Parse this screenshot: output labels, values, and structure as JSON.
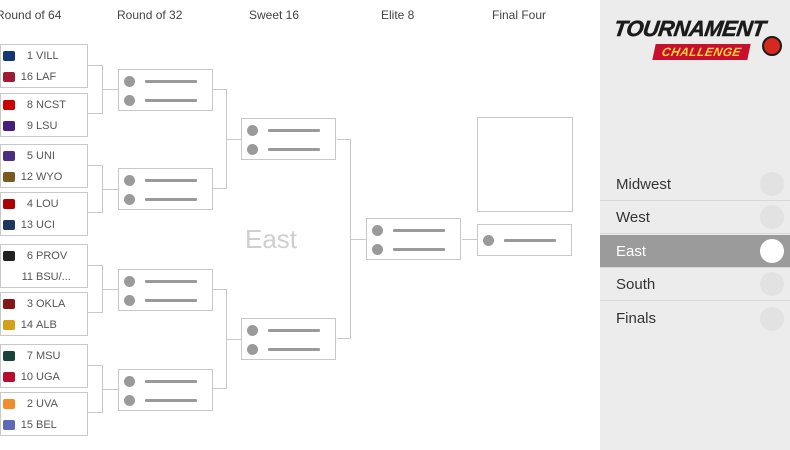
{
  "rounds": [
    "Round of 64",
    "Round of 32",
    "Sweet 16",
    "Elite 8",
    "Final Four"
  ],
  "region_label": "East",
  "matchups": [
    {
      "top": {
        "seed": "1",
        "name": "VILL",
        "color": "#13357a"
      },
      "bottom": {
        "seed": "16",
        "name": "LAF",
        "color": "#9e1b32"
      }
    },
    {
      "top": {
        "seed": "8",
        "name": "NCST",
        "color": "#cc0000"
      },
      "bottom": {
        "seed": "9",
        "name": "LSU",
        "color": "#461d7c"
      }
    },
    {
      "top": {
        "seed": "5",
        "name": "UNI",
        "color": "#4b2e83"
      },
      "bottom": {
        "seed": "12",
        "name": "WYO",
        "color": "#7a5a1e"
      }
    },
    {
      "top": {
        "seed": "4",
        "name": "LOU",
        "color": "#ad0000"
      },
      "bottom": {
        "seed": "13",
        "name": "UCI",
        "color": "#1b3660"
      }
    },
    {
      "top": {
        "seed": "6",
        "name": "PROV",
        "color": "#222222"
      },
      "bottom": {
        "seed": "11",
        "name": "BSU/...",
        "color": "#ffffff"
      }
    },
    {
      "top": {
        "seed": "3",
        "name": "OKLA",
        "color": "#841617"
      },
      "bottom": {
        "seed": "14",
        "name": "ALB",
        "color": "#d4a017"
      }
    },
    {
      "top": {
        "seed": "7",
        "name": "MSU",
        "color": "#18453b"
      },
      "bottom": {
        "seed": "10",
        "name": "UGA",
        "color": "#ba0c2f"
      }
    },
    {
      "top": {
        "seed": "2",
        "name": "UVA",
        "color": "#f28c28"
      },
      "bottom": {
        "seed": "15",
        "name": "BEL",
        "color": "#5c6ab8"
      }
    }
  ],
  "logo": {
    "line1": "TOURNAMENT",
    "line2": "CHALLENGE"
  },
  "regions_nav": [
    {
      "label": "Midwest",
      "active": false
    },
    {
      "label": "West",
      "active": false
    },
    {
      "label": "East",
      "active": true
    },
    {
      "label": "South",
      "active": false
    },
    {
      "label": "Finals",
      "active": false
    }
  ]
}
